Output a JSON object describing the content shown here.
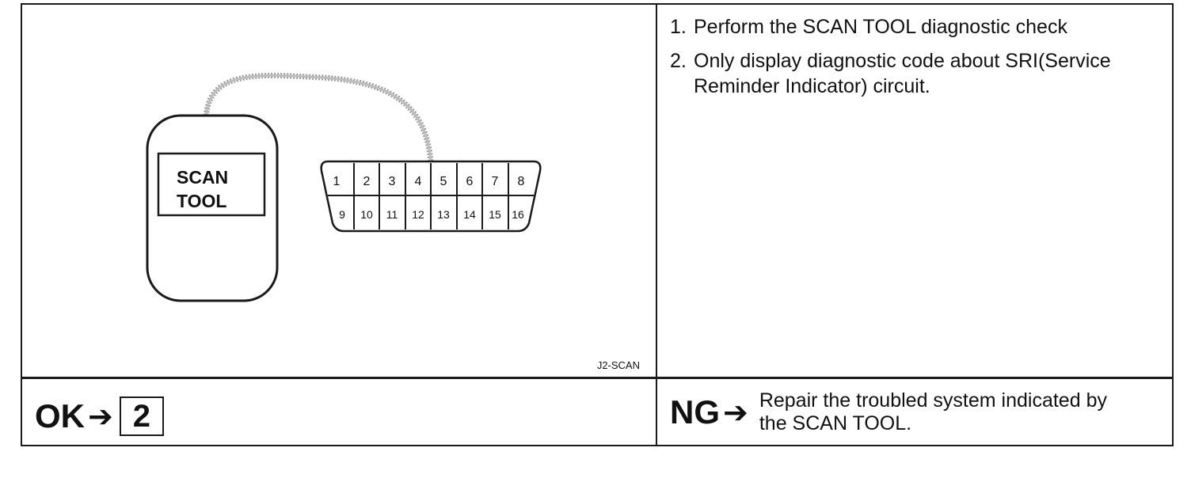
{
  "diagram": {
    "scan_tool_label_line1": "SCAN",
    "scan_tool_label_line2": "TOOL",
    "connector_pins_top": [
      "1",
      "2",
      "3",
      "4",
      "5",
      "6",
      "7",
      "8"
    ],
    "connector_pins_bottom": [
      "9",
      "10",
      "11",
      "12",
      "13",
      "14",
      "15",
      "16"
    ],
    "figure_code": "J2-SCAN"
  },
  "instructions": {
    "steps": [
      {
        "number": "1.",
        "text": "Perform the SCAN TOOL diagnostic check"
      },
      {
        "number": "2.",
        "text": "Only display diagnostic code about SRI(Service Reminder Indicator) circuit."
      }
    ]
  },
  "result": {
    "ok_label": "OK",
    "ok_arrow": "➔",
    "ok_next_step": "2",
    "ng_label": "NG",
    "ng_arrow": "➔",
    "ng_text": "Repair the troubled system indicated by the SCAN TOOL."
  }
}
